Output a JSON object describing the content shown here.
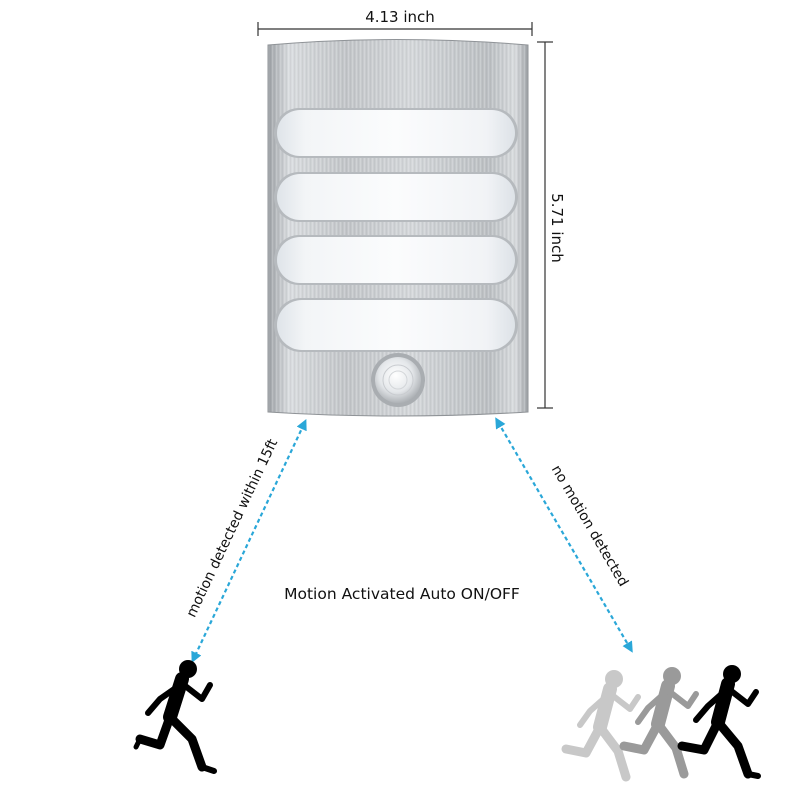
{
  "dimensions": {
    "width_label": "4.13 inch",
    "height_label": "5.71 inch"
  },
  "annotations": {
    "left_arrow_label": "motion detected within 15ft",
    "right_arrow_label": "no motion detected",
    "caption": "Motion Activated Auto ON/OFF"
  },
  "colors": {
    "arrow": "#2aa7d8",
    "runner_solid": "#000000",
    "runner_ghost_light": "#c8c8c8",
    "runner_ghost_mid": "#9a9a9a",
    "panel_light": "#ecf0f4",
    "frame_metal": "#b8bcc0"
  },
  "product": {
    "lens_icon": "motion-sensor-lens-icon",
    "light_bars": 4
  }
}
